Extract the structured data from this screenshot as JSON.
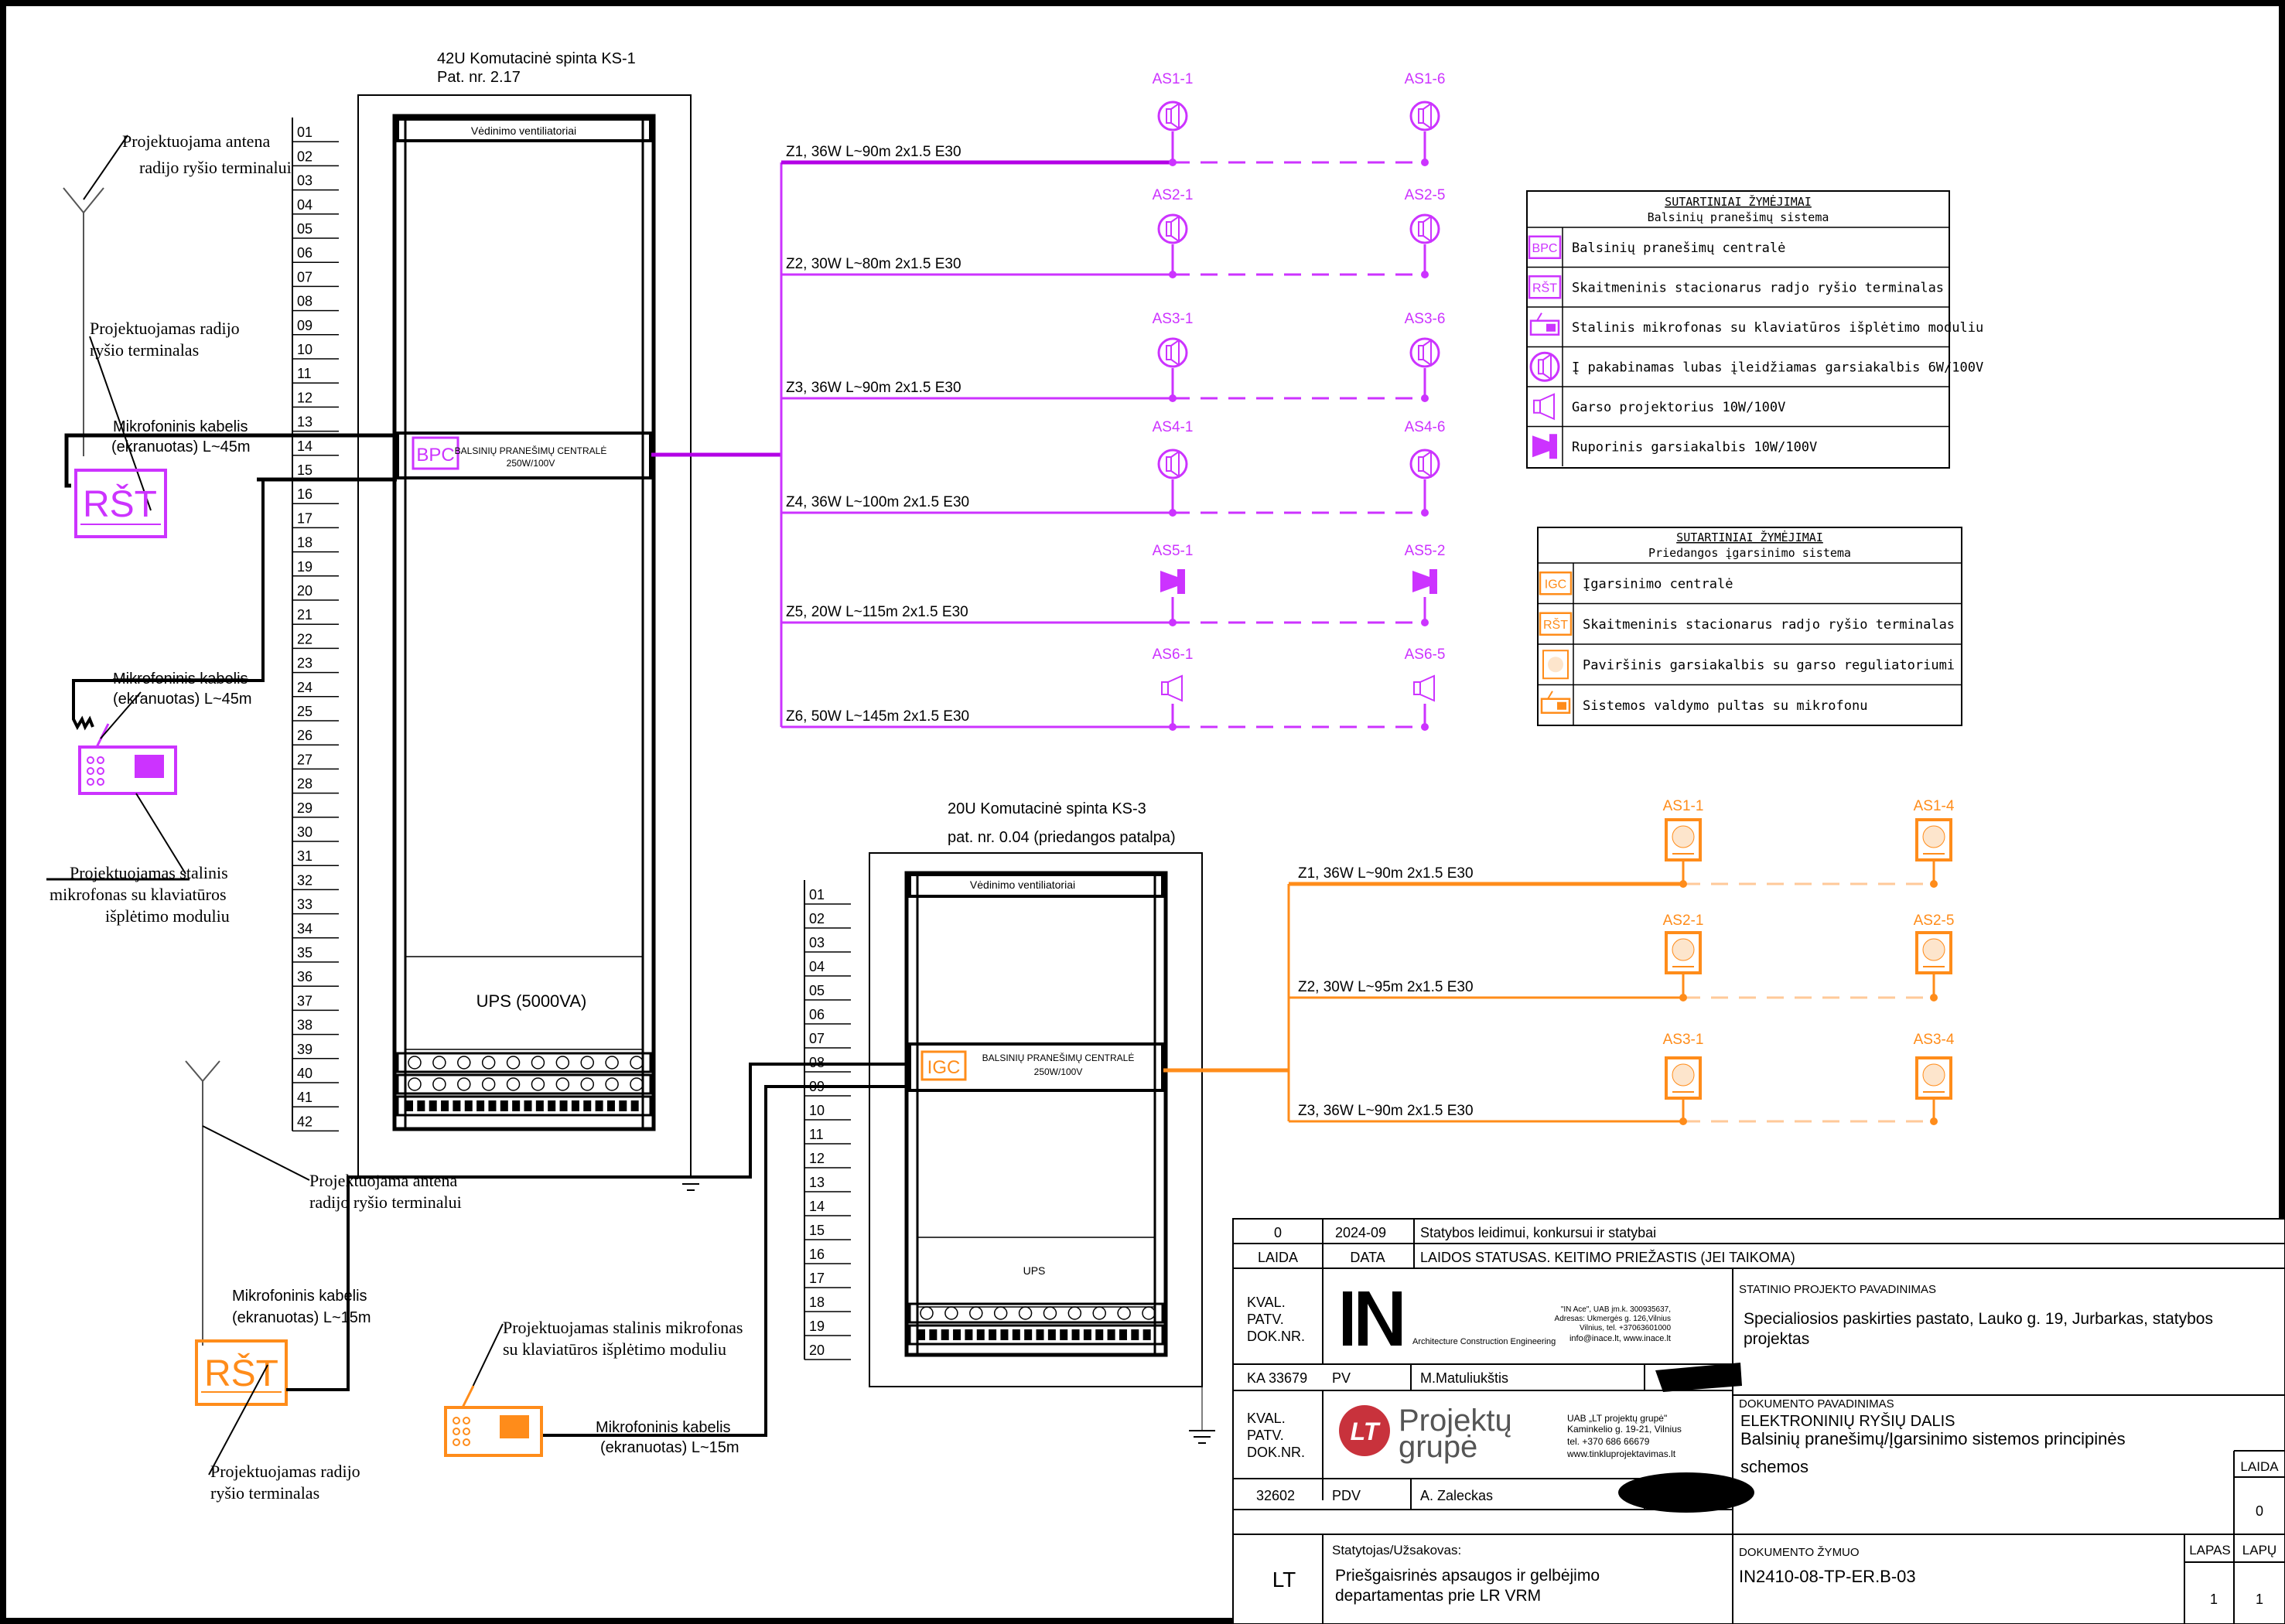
{
  "rack1": {
    "title": "42U Komutacinė spinta KS-1",
    "subtitle": "Pat. nr. 2.17",
    "units": [
      "01",
      "02",
      "03",
      "04",
      "05",
      "06",
      "07",
      "08",
      "09",
      "10",
      "11",
      "12",
      "13",
      "14",
      "15",
      "16",
      "17",
      "18",
      "19",
      "20",
      "21",
      "22",
      "23",
      "24",
      "25",
      "26",
      "27",
      "28",
      "29",
      "30",
      "31",
      "32",
      "33",
      "34",
      "35",
      "36",
      "37",
      "38",
      "39",
      "40",
      "41",
      "42"
    ],
    "fan_label": "Vėdinimo ventiliatoriai",
    "device_tag": "BPC",
    "device_line1": "BALSINIŲ PRANEŠIMŲ CENTRALĖ",
    "device_line2": "250W/100V",
    "ups_label": "UPS (5000VA)"
  },
  "rack2": {
    "title": "20U Komutacinė spinta KS-3",
    "subtitle": "pat. nr. 0.04 (priedangos patalpa)",
    "units": [
      "01",
      "02",
      "03",
      "04",
      "05",
      "06",
      "07",
      "08",
      "09",
      "10",
      "11",
      "12",
      "13",
      "14",
      "15",
      "16",
      "17",
      "18",
      "19",
      "20"
    ],
    "fan_label": "Vėdinimo ventiliatoriai",
    "device_tag": "IGC",
    "device_line1": "BALSINIŲ PRANEŠIMŲ CENTRALĖ",
    "device_line2": "250W/100V",
    "ups_label": "UPS"
  },
  "left_labels": {
    "antenna1_l1": "Projektuojama antena",
    "antenna1_l2": "radijo ryšio terminalui",
    "radio1_l1": "Projektuojamas radijo",
    "radio1_l2": "ryšio terminalas",
    "cable1_l1": "Mikrofoninis kabelis",
    "cable1_l2": "(ekranuotas) L~45m",
    "rst_tag": "RŠT",
    "cable2_l1": "Mikrofoninis kabelis",
    "cable2_l2": "(ekranuotas) L~45m",
    "mic1_l1": "Projektuojamas stalinis",
    "mic1_l2": "mikrofonas su klaviatūros",
    "mic1_l3": "išplėtimo moduliu",
    "antenna2_l1": "Projektuojama antena",
    "antenna2_l2": "radijo ryšio terminalui",
    "cable3_l1": "Mikrofoninis kabelis",
    "cable3_l2": "(ekranuotas) L~15m",
    "rst2_tag": "RŠT",
    "radio2_l1": "Projektuojamas radijo",
    "radio2_l2": "ryšio terminalas",
    "mic2_l1": "Projektuojamas stalinis mikrofonas",
    "mic2_l2": "su klaviatūros išplėtimo moduliu",
    "cable4_l1": "Mikrofoninis kabelis",
    "cable4_l2": "(ekranuotas) L~15m"
  },
  "zones_voice": [
    {
      "label": "Z1, 36W L~90m 2x1.5 E30",
      "first": "AS1-1",
      "last": "AS1-6",
      "icon": "ceiling-speaker"
    },
    {
      "label": "Z2, 30W L~80m 2x1.5 E30",
      "first": "AS2-1",
      "last": "AS2-5",
      "icon": "ceiling-speaker"
    },
    {
      "label": "Z3, 36W L~90m 2x1.5 E30",
      "first": "AS3-1",
      "last": "AS3-6",
      "icon": "ceiling-speaker"
    },
    {
      "label": "Z4, 36W L~100m 2x1.5 E30",
      "first": "AS4-1",
      "last": "AS4-6",
      "icon": "ceiling-speaker"
    },
    {
      "label": "Z5, 20W L~115m 2x1.5 E30",
      "first": "AS5-1",
      "last": "AS5-2",
      "icon": "horn-speaker"
    },
    {
      "label": "Z6, 50W L~145m 2x1.5 E30",
      "first": "AS6-1",
      "last": "AS6-5",
      "icon": "sound-projector"
    }
  ],
  "zones_shelter": [
    {
      "label": "Z1, 36W L~90m 2x1.5 E30",
      "first": "AS1-1",
      "last": "AS1-4"
    },
    {
      "label": "Z2, 30W L~95m 2x1.5 E30",
      "first": "AS2-1",
      "last": "AS2-5"
    },
    {
      "label": "Z3, 36W L~90m 2x1.5 E30",
      "first": "AS3-1",
      "last": "AS3-4"
    }
  ],
  "legend1": {
    "title": "SUTARTINIAI ŽYMĖJIMAI",
    "subtitle": "Balsinių pranešimų sistema",
    "rows": [
      {
        "icon": "bpc-icon",
        "tag": "BPC",
        "text": "Balsinių pranešimų centralė"
      },
      {
        "icon": "rst-icon",
        "tag": "RŠT",
        "text": "Skaitmeninis stacionarus radjo ryšio terminalas"
      },
      {
        "icon": "desk-microphone-icon",
        "tag": "",
        "text": "Stalinis mikrofonas su klaviatūros išplėtimo moduliu"
      },
      {
        "icon": "ceiling-speaker-icon",
        "tag": "",
        "text": "Į pakabinamas lubas įleidžiamas garsiakalbis 6W/100V"
      },
      {
        "icon": "sound-projector-icon",
        "tag": "",
        "text": "Garso projektorius 10W/100V"
      },
      {
        "icon": "horn-speaker-icon",
        "tag": "",
        "text": "Ruporinis garsiakalbis 10W/100V"
      }
    ]
  },
  "legend2": {
    "title": "SUTARTINIAI ŽYMĖJIMAI",
    "subtitle": "Priedangos įgarsinimo sistema",
    "rows": [
      {
        "icon": "igc-icon",
        "tag": "IGC",
        "text": "Įgarsinimo centralė"
      },
      {
        "icon": "rst-icon",
        "tag": "RŠT",
        "text": "Skaitmeninis stacionarus radjo ryšio terminalas"
      },
      {
        "icon": "surface-speaker-icon",
        "tag": "",
        "text": "Paviršinis garsiakalbis su garso reguliatoriumi"
      },
      {
        "icon": "control-panel-icon",
        "tag": "",
        "text": "Sistemos valdymo pultas su mikrofonu"
      }
    ]
  },
  "title_block": {
    "rev": "0",
    "date": "2024-09",
    "status": "Statybos leidimui, konkursui ir statybai",
    "hdr_laida": "LAIDA",
    "hdr_data": "DATA",
    "hdr_status": "LAIDOS STATUSAS. KEITIMO PRIEŽASTIS (JEI TAIKOMA)",
    "kval1": "KVAL.",
    "patv1": "PATV.",
    "dok1": "DOK.NR.",
    "company1_tagline": "Architecture Construction Engineering",
    "company1_l1": "\"IN Ace\", UAB įm.k. 300935637,",
    "company1_l2": "Adresas: Ukmergės g. 126,Vilnius",
    "company1_l3": "Vilnius, tel. +37063601000",
    "company1_l4": "info@inace.lt, www.inace.lt",
    "proj_name_hdr": "STATINIO PROJEKTO PAVADINIMAS",
    "proj_name_l1": "Specialiosios paskirties pastato, Lauko g. 19, Jurbarkas, statybos",
    "proj_name_l2": "projektas",
    "ka": "KA 33679",
    "pv": "PV",
    "pv_name": "M.Matuliukštis",
    "kval2": "KVAL.",
    "patv2": "PATV.",
    "dok2": "DOK.NR.",
    "company2_word1": "Projektų",
    "company2_word2": "grupė",
    "company2_l1": "UAB „LT projektų grupė\"",
    "company2_l2": "Kaminkelio g. 19-21, Vilnius",
    "company2_l3": "tel. +370 686 66679",
    "company2_l4": "www.tinkluprojektavimas.lt",
    "doc_name_hdr": "DOKUMENTO PAVADINIMAS",
    "doc_name_l1": "ELEKTRONINIŲ RYŠIŲ DALIS",
    "doc_name_l2": "Balsinių pranešimų/Įgarsinimo sistemos principinės",
    "doc_name_l3": "schemos",
    "laida_hdr": "LAIDA",
    "laida_val": "0",
    "num": "32602",
    "pdv": "PDV",
    "pdv_name": "A. Zaleckas",
    "country": "LT",
    "client_hdr": "Statytojas/Užsakovas:",
    "client_l1": "Priešgaisrinės apsaugos ir gelbėjimo",
    "client_l2": "departamentas prie LR VRM",
    "doc_code_hdr": "DOKUMENTO ŽYMUO",
    "doc_code": "IN2410-08-TP-ER.B-03",
    "lapas_hdr": "LAPAS",
    "lapu_hdr": "LAPŲ",
    "lapas": "1",
    "lapu": "1"
  },
  "colors": {
    "voice": "#cc33ff",
    "voice_line": "#b300e6",
    "shelter": "#ff8c1a",
    "line": "#000000"
  }
}
